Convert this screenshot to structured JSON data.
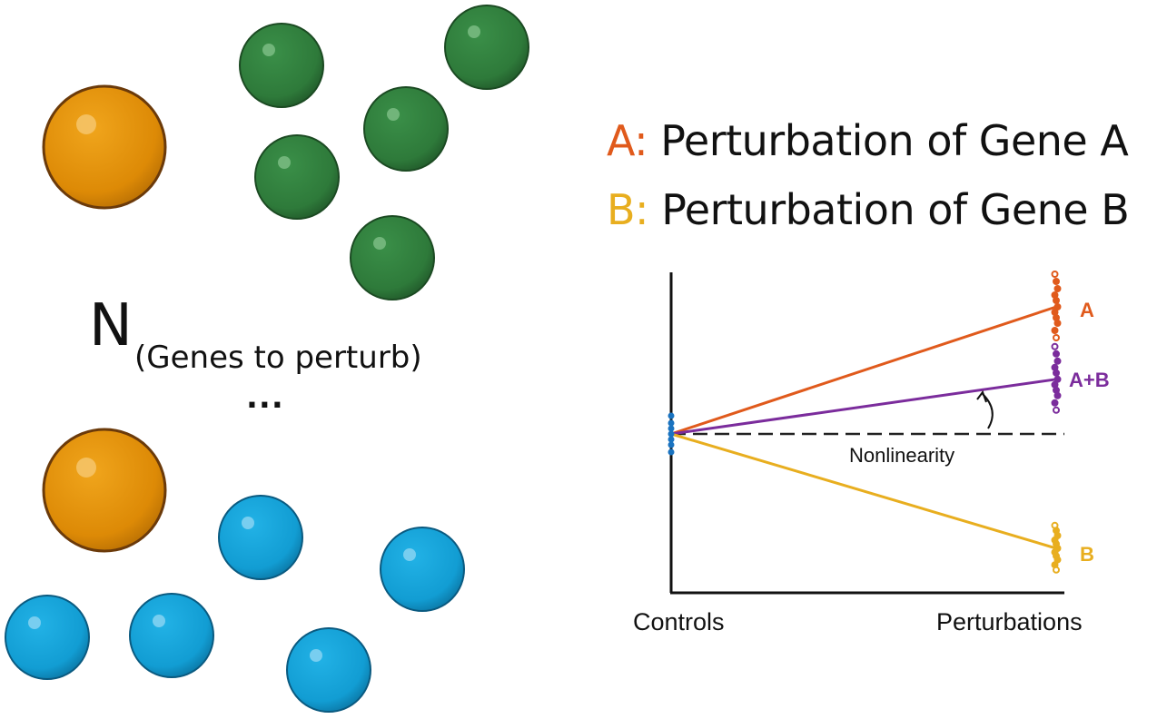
{
  "legend": {
    "a_key": "A:",
    "a_text": "Perturbation of Gene A",
    "b_key": "B:",
    "b_text": "Perturbation of Gene B"
  },
  "genes_label": {
    "main": "N",
    "subscript": "(Genes to perturb)",
    "ellipsis": "..."
  },
  "chart": {
    "x_labels": [
      "Controls",
      "Perturbations"
    ],
    "series_labels": [
      "A",
      "A+B",
      "B"
    ],
    "annotation": "Nonlinearity"
  },
  "colors": {
    "gene_a": "#e05a1c",
    "gene_b": "#e8ae1f",
    "combined": "#7b2c9c",
    "control": "#1a73c0",
    "orange_ball": "#e18e08",
    "green_ball": "#2f7d3c",
    "blue_ball": "#14a0d4",
    "text": "#111111"
  },
  "chart_data": {
    "type": "line",
    "x": [
      "Controls",
      "Perturbations"
    ],
    "series": [
      {
        "name": "A",
        "values": [
          0,
          1
        ]
      },
      {
        "name": "A+B",
        "values": [
          0,
          0.43
        ]
      },
      {
        "name": "B",
        "values": [
          0,
          -0.9
        ]
      }
    ],
    "annotation": "Nonlinearity"
  }
}
